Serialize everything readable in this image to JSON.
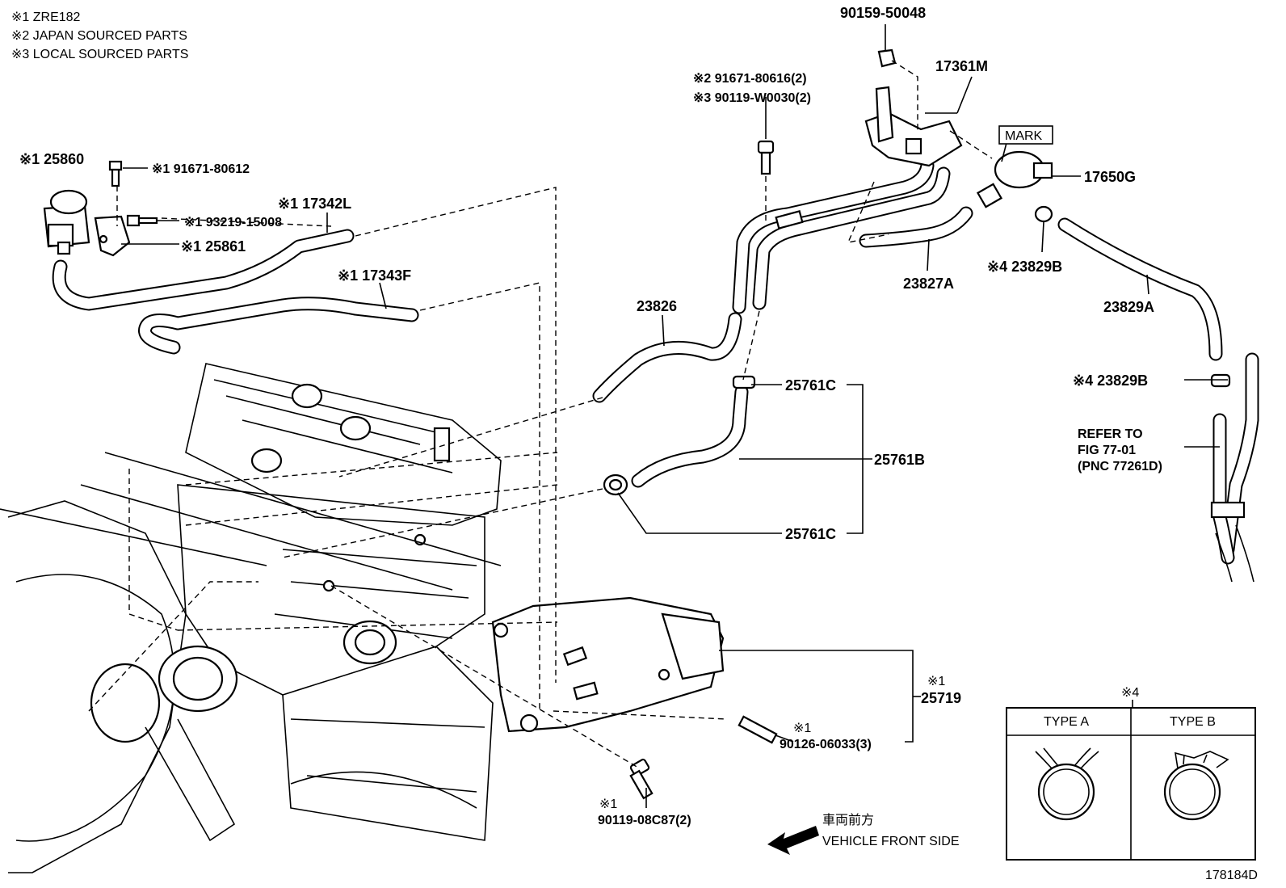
{
  "notes": [
    "※1 ZRE182",
    "※2 JAPAN SOURCED PARTS",
    "※3 LOCAL SOURCED PARTS"
  ],
  "labels": {
    "p90159": "90159-50048",
    "p17361M": "17361M",
    "p91671_80616": "※2 91671-80616(2)",
    "p90119_W0030": "※3 90119-W0030(2)",
    "p25860": "※1 25860",
    "p91671_80612": "※1 91671-80612",
    "p17342L": "※1 17342L",
    "p93219": "※1 93219-15008",
    "p25861": "※1 25861",
    "p17343F": "※1 17343F",
    "mark": "MARK",
    "p17650G": "17650G",
    "p23827A": "23827A",
    "p23829B_a": "※4 23829B",
    "p23829A": "23829A",
    "p23826": "23826",
    "p25761C_a": "25761C",
    "p25761B": "25761B",
    "p25761C_b": "25761C",
    "p23829B_b": "※4 23829B",
    "refer1": "REFER TO",
    "refer2": "FIG 77-01",
    "refer3": "(PNC 77261D)",
    "p25719_note": "※1",
    "p25719": "25719",
    "p90126_note": "※1",
    "p90126": "90126-06033(3)",
    "p90119_08C87_note": "※1",
    "p90119_08C87": "90119-08C87(2)",
    "front_jp": "車両前方",
    "front_en": "VEHICLE FRONT SIDE",
    "figure_id": "178184D"
  },
  "inset": {
    "marker": "※4",
    "type_a": "TYPE A",
    "type_b": "TYPE B"
  }
}
